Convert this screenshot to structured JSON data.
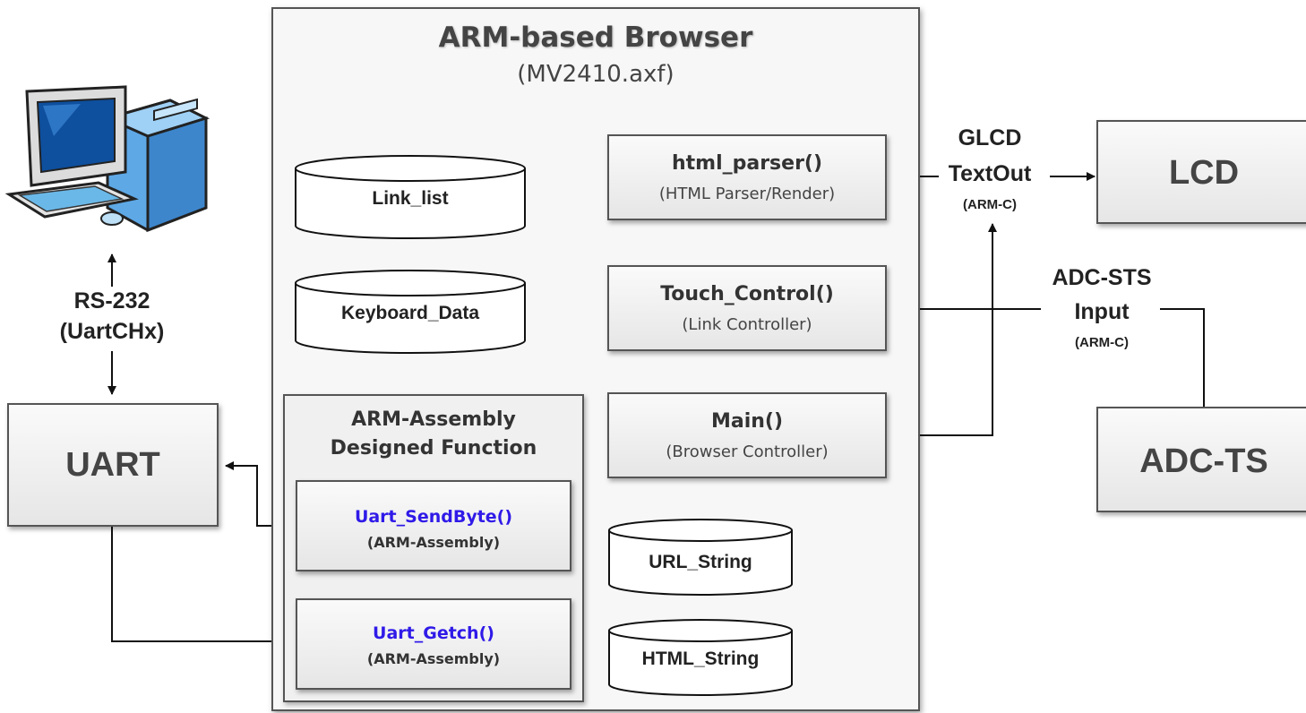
{
  "browser": {
    "title": "ARM-based Browser",
    "subtitle": "(MV2410.axf)"
  },
  "functions": {
    "html_parser": {
      "name": "html_parser()",
      "desc": "(HTML Parser/Render)"
    },
    "touch_control": {
      "name": "Touch_Control()",
      "desc": "(Link Controller)"
    },
    "main": {
      "name": "Main()",
      "desc": "(Browser Controller)"
    }
  },
  "assembly": {
    "title_line1": "ARM-Assembly",
    "title_line2": "Designed Function",
    "send": {
      "name": "Uart_SendByte()",
      "desc": "(ARM-Assembly)"
    },
    "getch": {
      "name": "Uart_Getch()",
      "desc": "(ARM-Assembly)"
    }
  },
  "databases": {
    "link_list": "Link_list",
    "keyboard_data": "Keyboard_Data",
    "url_string": "URL_String",
    "html_string": "HTML_String"
  },
  "external": {
    "uart": "UART",
    "lcd": "LCD",
    "adc_ts": "ADC-TS"
  },
  "labels": {
    "rs232_line1": "RS-232",
    "rs232_line2": "(UartCHx)",
    "glcd_line1": "GLCD",
    "glcd_line2": "TextOut",
    "glcd_sub": "(ARM-C)",
    "adc_line1": "ADC-STS",
    "adc_line2": "Input",
    "adc_sub": "(ARM-C)"
  },
  "colors": {
    "asm_function_text": "#2f1ae8",
    "border": "#555555",
    "box_fill": "#eeeeee"
  }
}
